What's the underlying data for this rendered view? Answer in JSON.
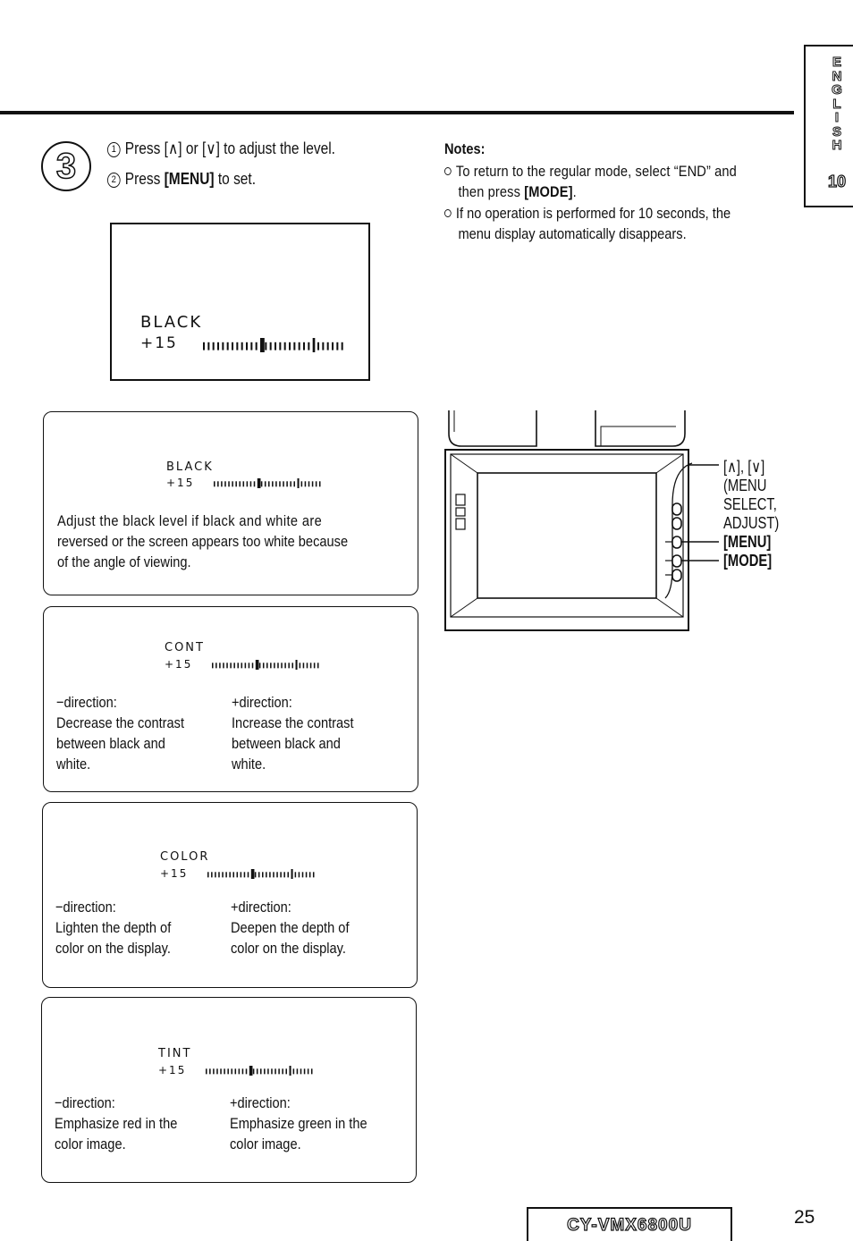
{
  "side_tab": {
    "letters": [
      "E",
      "N",
      "G",
      "L",
      "I",
      "S",
      "H"
    ],
    "number": "10"
  },
  "step": {
    "number": "3",
    "instruction_1": "Press [∧] or [∨] to adjust the level.",
    "instruction_1_num": "1",
    "instruction_2_pre": "Press ",
    "instruction_2_bold": "[MENU]",
    "instruction_2_post": " to set.",
    "instruction_2_num": "2"
  },
  "osd_main": {
    "label": "BLACK",
    "value": "+15",
    "level": 0.5
  },
  "panels": [
    {
      "label": "BLACK",
      "value": "+15",
      "text_lines": [
        "Adjust the black level if black and white are",
        "reversed or the screen appears too white because",
        "of the angle of viewing."
      ]
    },
    {
      "label": "CONT",
      "value": "+15",
      "minus_title": "−direction:",
      "minus_lines": [
        "Decrease the contrast",
        "between black and",
        "white."
      ],
      "plus_title": "+direction:",
      "plus_lines": [
        "Increase the contrast",
        "between black and",
        "white."
      ]
    },
    {
      "label": "COLOR",
      "value": "+15",
      "minus_title": "−direction:",
      "minus_lines": [
        "Lighten the depth of",
        "color on the display."
      ],
      "plus_title": "+direction:",
      "plus_lines": [
        "Deepen the depth of",
        "color on the display."
      ]
    },
    {
      "label": "TINT",
      "value": "+15",
      "minus_title": "−direction:",
      "minus_lines": [
        "Emphasize red in the",
        "color image."
      ],
      "plus_title": "+direction:",
      "plus_lines": [
        "Emphasize green in the",
        "color image."
      ]
    }
  ],
  "notes": {
    "title": "Notes:",
    "items": [
      {
        "line1_pre": "To return to the regular mode, select “END” and",
        "line2_pre": "then press ",
        "line2_bold": "[MODE]",
        "line2_post": "."
      },
      {
        "line1_pre": "If no operation is performed for 10 seconds, the",
        "line2_pre": "menu display automatically disappears.",
        "line2_bold": "",
        "line2_post": ""
      }
    ]
  },
  "device_labels": {
    "arrows": "[∧], [∨]",
    "arrows_desc": [
      "(MENU",
      "SELECT,",
      "ADJUST)"
    ],
    "menu": "[MENU]",
    "mode": "[MODE]"
  },
  "footer": {
    "model": "CY-VMX6800U",
    "page": "25"
  }
}
